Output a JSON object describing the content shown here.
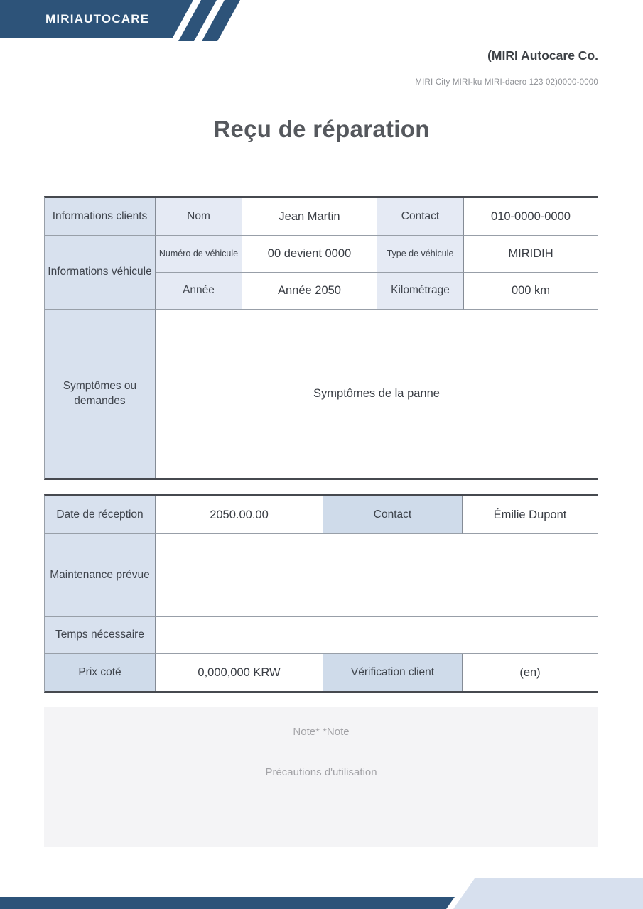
{
  "brand": {
    "logo_text": "MIRIAUTOCARE",
    "company_name": "(MIRI Autocare Co.",
    "company_address": "MIRI City MIRI-ku MIRI-daero 123 02)0000-0000"
  },
  "title": "Reçu de réparation",
  "info_table": {
    "client_label": "Informations clients",
    "nom_label": "Nom",
    "nom_value": "Jean Martin",
    "contact_label": "Contact",
    "contact_value": "010-0000-0000",
    "vehicle_label": "Informations véhicule",
    "vehicle_no_label": "Numéro de véhicule",
    "vehicle_no_value": "00 devient 0000",
    "vehicle_type_label": "Type de véhicule",
    "vehicle_type_value": "MIRIDIH",
    "year_label": "Année",
    "year_value": "Année 2050",
    "km_label": "Kilométrage",
    "km_value": "000 km",
    "symptoms_label": "Symptômes ou demandes",
    "symptoms_value": "Symptômes de la panne"
  },
  "repair_table": {
    "date_label": "Date de réception",
    "date_value": "2050.00.00",
    "contact_label": "Contact",
    "contact_value": "Émilie Dupont",
    "maintenance_label": "Maintenance prévue",
    "maintenance_value": "",
    "time_label": "Temps nécessaire",
    "time_value": "",
    "price_label": "Prix coté",
    "price_value": "0,000,000 KRW",
    "verification_label": "Vérification client",
    "verification_value": "(en)"
  },
  "note": {
    "line1": "Note* *Note",
    "line2": "Précautions d'utilisation"
  },
  "colors": {
    "primary": "#2d5379",
    "shape-light": "#d7e0ee",
    "cell-tone1": "#d8e1ee",
    "cell-tone2": "#e5eaf4",
    "cell-tone3": "#cfdbea"
  }
}
